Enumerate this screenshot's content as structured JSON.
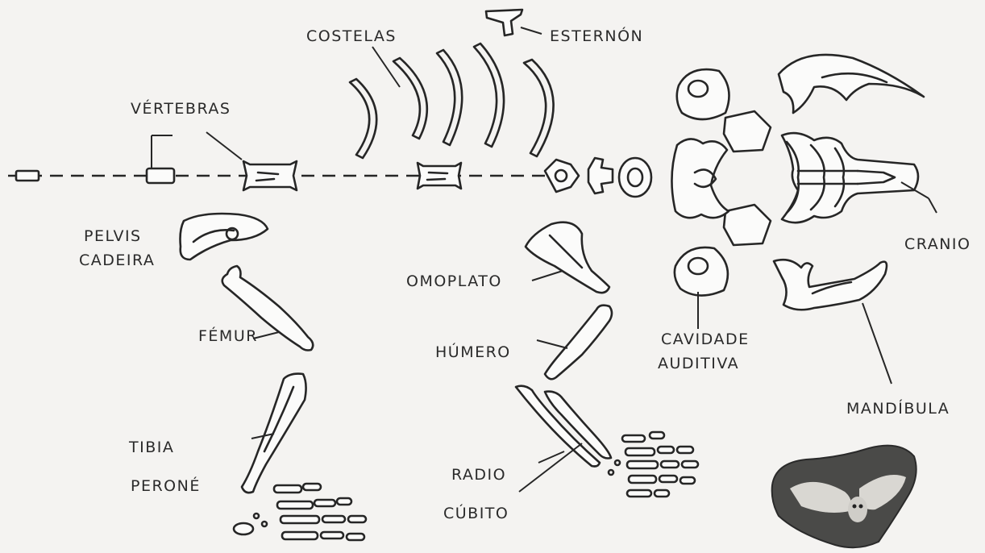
{
  "labels": {
    "costelas": "COSTELAS",
    "esternon": "ESTERNÓN",
    "vertebras": "VÉRTEBRAS",
    "pelvis": "PELVIS",
    "cadeira": "CADEIRA",
    "femur": "FÉMUR",
    "tibia": "TIBIA",
    "perone": "PERONÉ",
    "omoplato": "OMOPLATO",
    "humero": "HÚMERO",
    "radio": "RADIO",
    "cubito": "CÚBITO",
    "cavidade": "CAVIDADE",
    "auditiva": "AUDITIVA",
    "cranio": "CRANIO",
    "mandibula": "MANDÍBULA"
  },
  "colors": {
    "ink": "#262626",
    "paper": "#f4f3f1"
  },
  "icons": {
    "owl_photo": "owl-pellet-photo"
  }
}
